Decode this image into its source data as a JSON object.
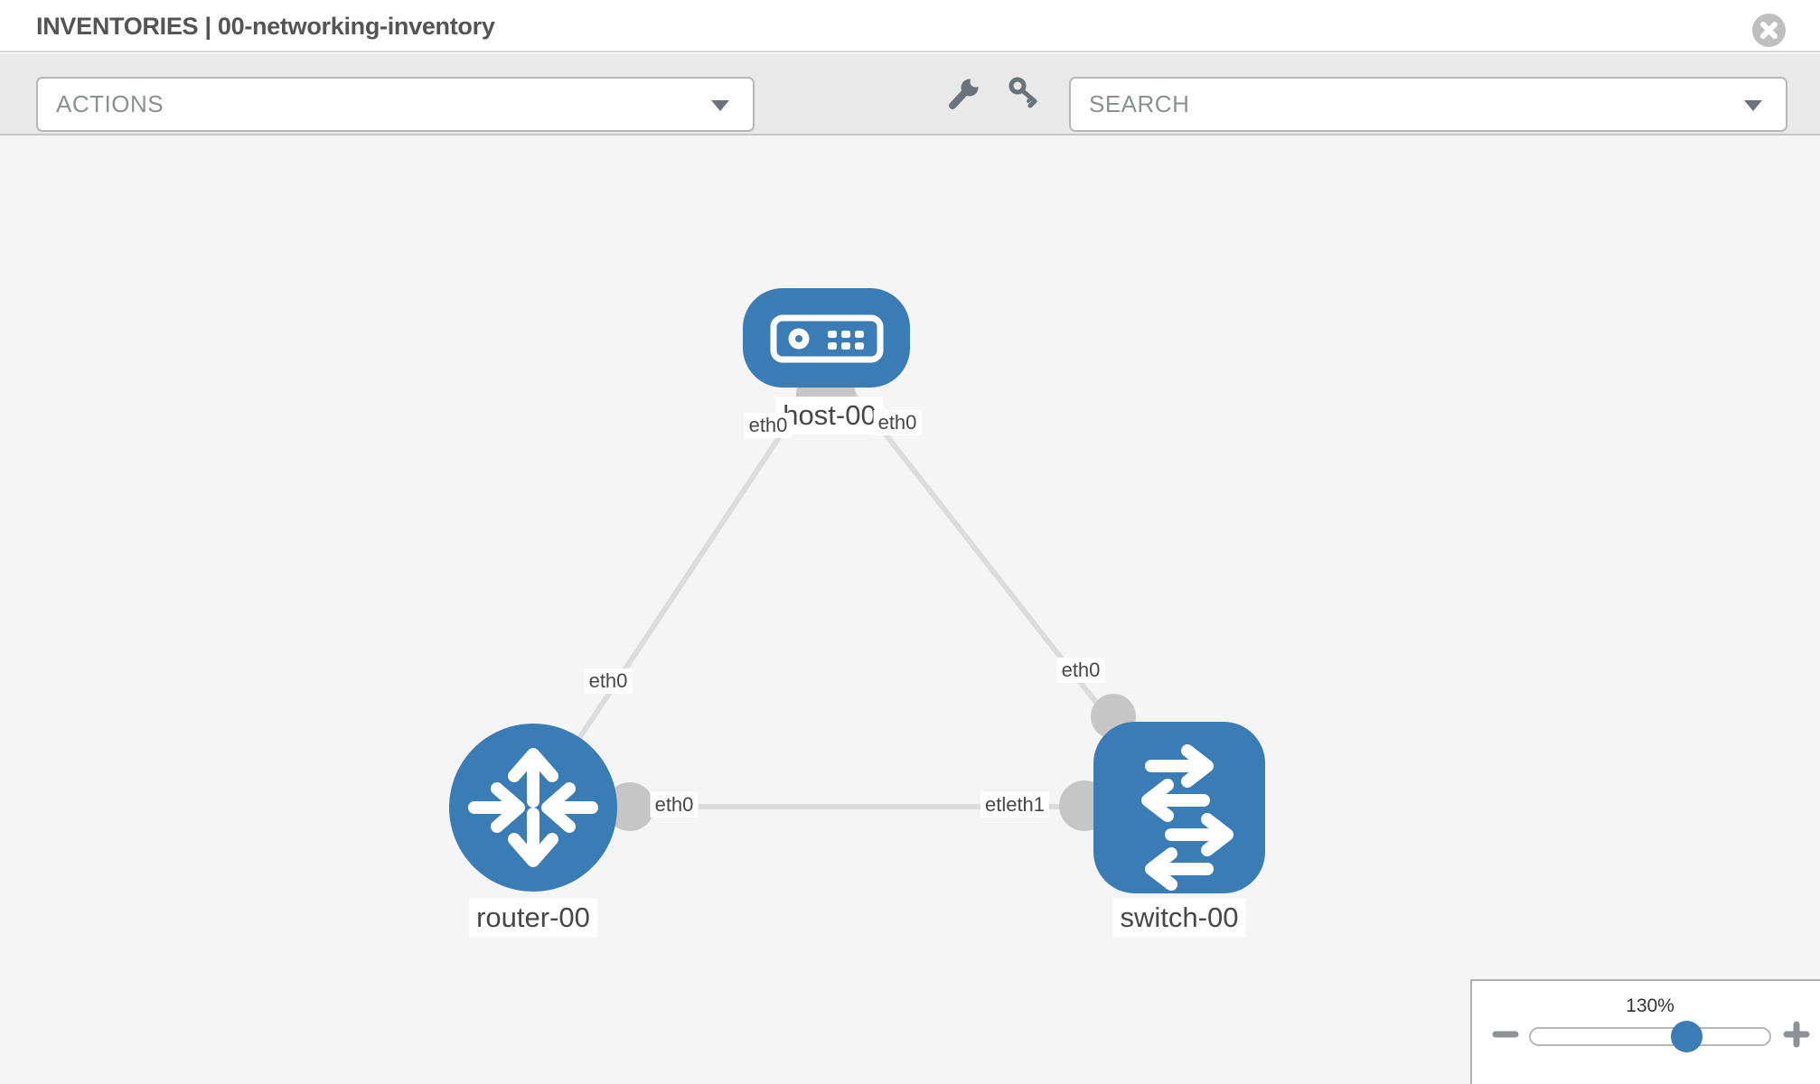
{
  "header": {
    "title": "INVENTORIES | 00-networking-inventory"
  },
  "toolbar": {
    "actions_placeholder": "ACTIONS",
    "search_placeholder": "SEARCH",
    "icon_buttons": [
      "wrench",
      "key"
    ]
  },
  "topology": {
    "nodes": [
      {
        "id": "host-00",
        "type": "host",
        "label": "host-00"
      },
      {
        "id": "router-00",
        "type": "router",
        "label": "router-00"
      },
      {
        "id": "switch-00",
        "type": "switch",
        "label": "switch-00"
      }
    ],
    "links": [
      {
        "from": "host-00",
        "from_if": "eth0",
        "to": "router-00",
        "to_if": "eth0"
      },
      {
        "from": "host-00",
        "from_if": "eth0",
        "to": "switch-00",
        "to_if": "eth0"
      },
      {
        "from": "router-00",
        "from_if": "eth0",
        "to": "switch-00",
        "to_if": "eth1"
      }
    ],
    "labels": {
      "host": "host-00",
      "router": "router-00",
      "switch": "switch-00",
      "host_if_left": "eth0",
      "host_if_right": "eth0",
      "router_if_upper": "eth0",
      "switch_if_upper": "eth0",
      "router_if_mid": "eth0",
      "switch_if_mid_overlap": "etleth1"
    }
  },
  "zoom_control": {
    "level": "130%"
  },
  "colors": {
    "node_blue": "#3a7cb5",
    "link_gray": "#dcdcdc",
    "endpoint_gray": "#c6c6c6",
    "toolbar_bg": "#e9e9e9",
    "canvas_bg": "#f5f5f5"
  }
}
